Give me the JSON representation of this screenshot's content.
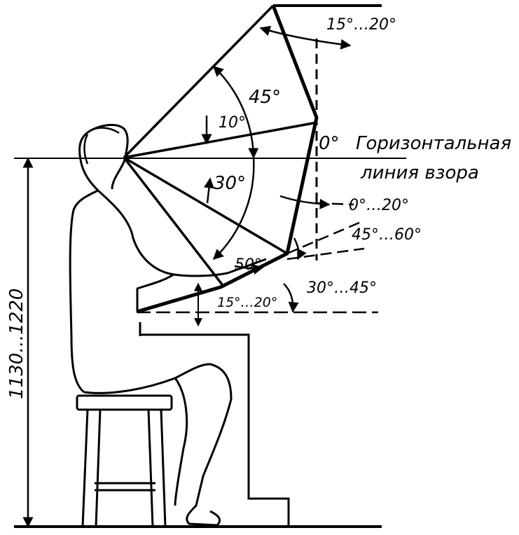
{
  "labels": {
    "top_tilt": "15°…20°",
    "angle_45": "45°",
    "angle_10": "10°",
    "angle_30": "30°",
    "zero": "0°",
    "horizontal_line": "Горизонтальная",
    "gaze_line": "линия взора",
    "panel_tilt": "0°…20°",
    "console_angle": "45°…60°",
    "angle_50": "50°",
    "desk_angle": "30°…45°",
    "desk_tilt": "15°…20°",
    "height_range": "1130…1220"
  }
}
